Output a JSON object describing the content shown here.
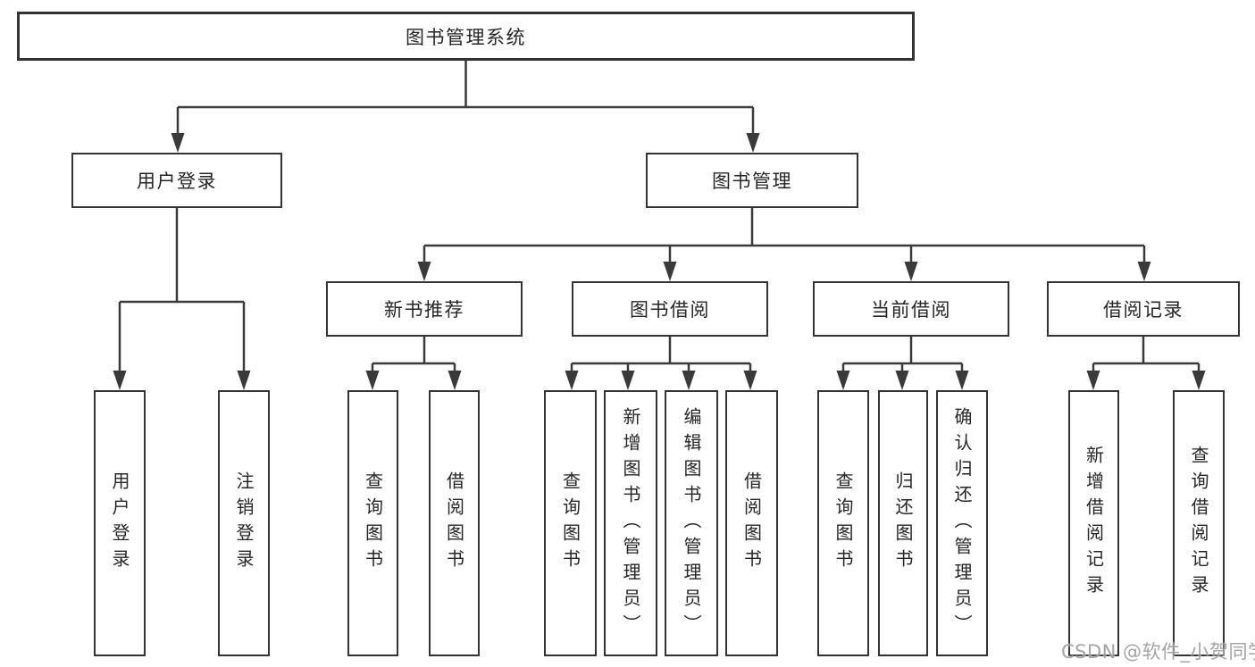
{
  "diagram": {
    "title": "图书管理系统",
    "nodes": {
      "root": {
        "label": "图书管理系统"
      },
      "userLogin": {
        "label": "用户登录"
      },
      "bookMgmt": {
        "label": "图书管理"
      },
      "newBookRec": {
        "label": "新书推荐"
      },
      "bookBorrow": {
        "label": "图书借阅"
      },
      "currentBorrow": {
        "label": "当前借阅"
      },
      "borrowRecords": {
        "label": "借阅记录"
      },
      "userLoginSub": {
        "label": "用户登录"
      },
      "logoutSub": {
        "label": "注销登录"
      },
      "queryBook1": {
        "label": "查询图书"
      },
      "borrowBook1": {
        "label": "借阅图书"
      },
      "queryBook2": {
        "label": "查询图书"
      },
      "addBook": {
        "label": "新增图书（管理员）"
      },
      "editBook": {
        "label": "编辑图书（管理员）"
      },
      "borrowBook2": {
        "label": "借阅图书"
      },
      "queryBook3": {
        "label": "查询图书"
      },
      "returnBook": {
        "label": "归还图书"
      },
      "confirmReturn": {
        "label": "确认归还（管理员）"
      },
      "addBorrowRecord": {
        "label": "新增借阅记录"
      },
      "queryBorrowRecord": {
        "label": "查询借阅记录"
      }
    },
    "edges": [
      [
        "root",
        "userLogin"
      ],
      [
        "root",
        "bookMgmt"
      ],
      [
        "userLogin",
        "userLoginSub"
      ],
      [
        "userLogin",
        "logoutSub"
      ],
      [
        "bookMgmt",
        "newBookRec"
      ],
      [
        "bookMgmt",
        "bookBorrow"
      ],
      [
        "bookMgmt",
        "currentBorrow"
      ],
      [
        "bookMgmt",
        "borrowRecords"
      ],
      [
        "newBookRec",
        "queryBook1"
      ],
      [
        "newBookRec",
        "borrowBook1"
      ],
      [
        "bookBorrow",
        "queryBook2"
      ],
      [
        "bookBorrow",
        "addBook"
      ],
      [
        "bookBorrow",
        "editBook"
      ],
      [
        "bookBorrow",
        "borrowBook2"
      ],
      [
        "currentBorrow",
        "queryBook3"
      ],
      [
        "currentBorrow",
        "returnBook"
      ],
      [
        "currentBorrow",
        "confirmReturn"
      ],
      [
        "borrowRecords",
        "addBorrowRecord"
      ],
      [
        "borrowRecords",
        "queryBorrowRecord"
      ]
    ]
  },
  "watermark": {
    "text": "CSDN @软件_小贺同学"
  },
  "colors": {
    "background": "#ffffff",
    "box_border": "#333333",
    "line": "#3a3a3a",
    "text": "#262626",
    "watermark": "#949494"
  }
}
